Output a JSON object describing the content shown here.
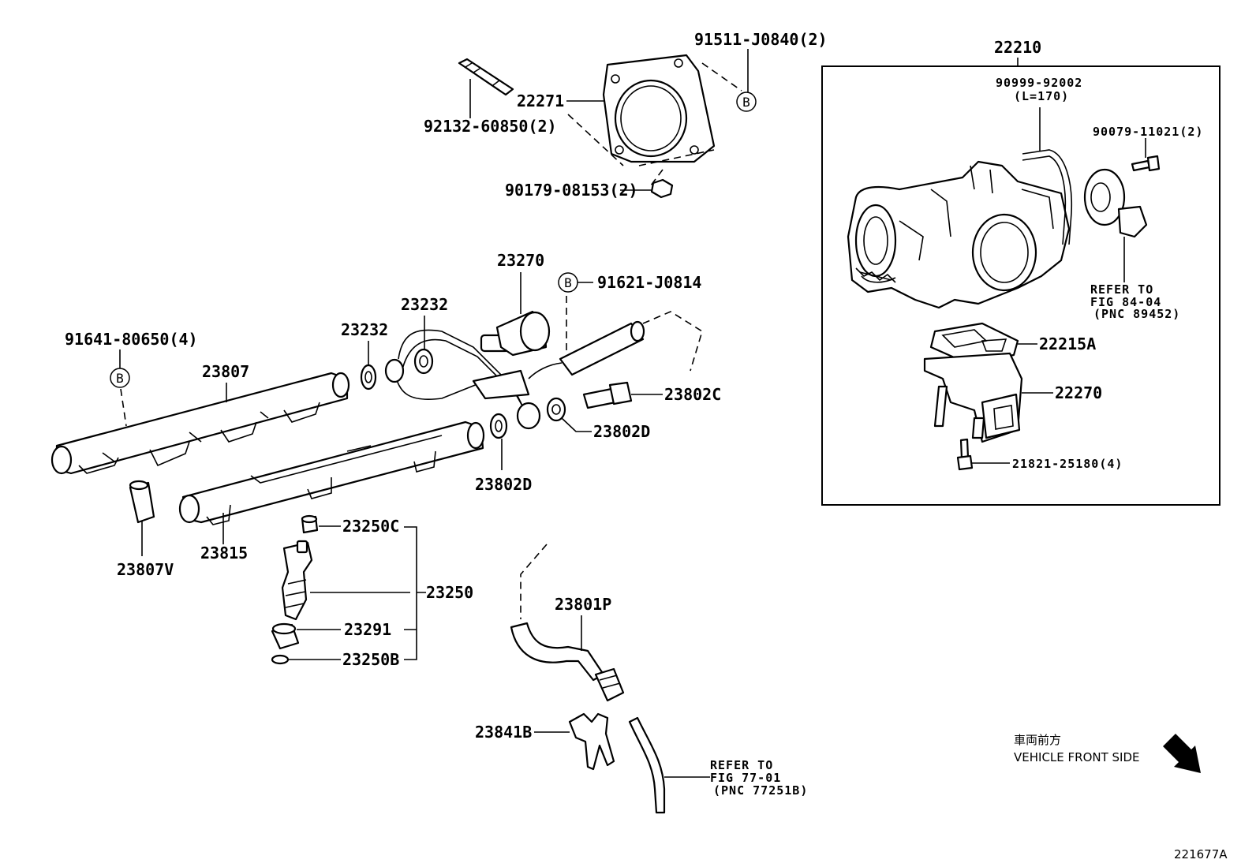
{
  "labels": {
    "p91511": "91511-J0840(2)",
    "p92132": "92132-60850(2)",
    "p22271": "22271",
    "p90179": "90179-08153(2)",
    "p23270": "23270",
    "p91621": "91621-J0814",
    "p23232a": "23232",
    "p23232b": "23232",
    "p91641": "91641-80650(4)",
    "p23807": "23807",
    "p23802c": "23802C",
    "p23802d_right": "23802D",
    "p23802d_lower": "23802D",
    "p23815": "23815",
    "p23807v": "23807V",
    "p23250c": "23250C",
    "p23250": "23250",
    "p23291": "23291",
    "p23250b": "23250B",
    "p23801p": "23801P",
    "p23841b": "23841B",
    "p22210": "22210",
    "p90999": "90999-92002",
    "p90999_len": "(L=170)",
    "p90079": "90079-11021(2)",
    "p22215a": "22215A",
    "p22270": "22270",
    "p21821": "21821-25180(4)"
  },
  "markers": {
    "b1": "B",
    "b2": "B",
    "b3": "B"
  },
  "notes": {
    "refer_tps_1": "REFER TO",
    "refer_tps_2": "FIG 84-04",
    "refer_tps_3": "(PNC 89452)",
    "refer_hose_1": "REFER TO",
    "refer_hose_2": "FIG 77-01",
    "refer_hose_3": "(PNC 77251B)"
  },
  "direction": {
    "jp": "車両前方",
    "en": "VEHICLE FRONT SIDE"
  },
  "figure_id": "221677A"
}
